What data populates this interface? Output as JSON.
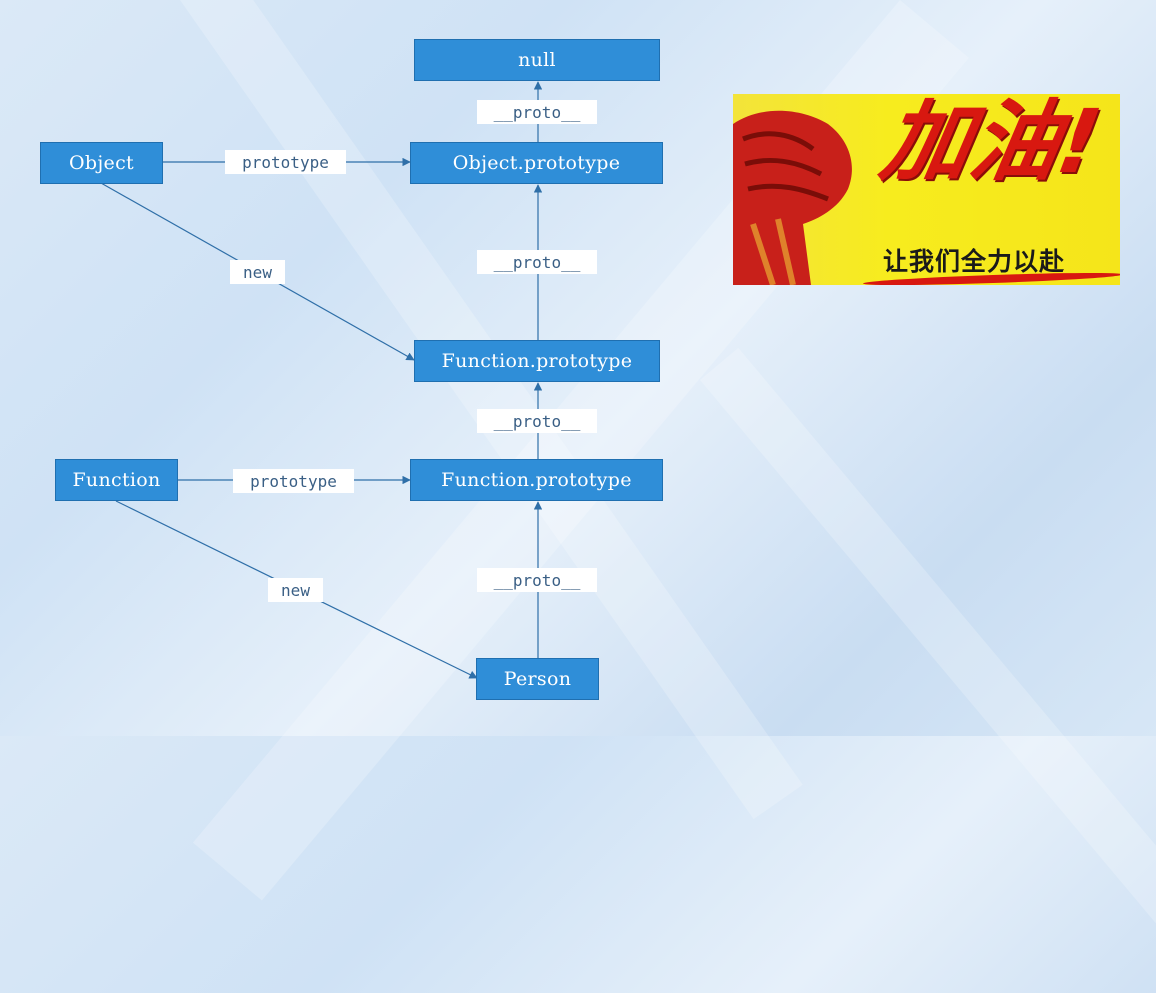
{
  "nodes": {
    "null": "null",
    "object_prototype": "Object.prototype",
    "object": "Object",
    "function_prototype_upper": "Function.prototype",
    "function": "Function",
    "function_prototype_lower": "Function.prototype",
    "person": "Person"
  },
  "edge_labels": {
    "proto_1": "__proto__",
    "proto_2": "__proto__",
    "proto_3": "__proto__",
    "proto_4": "__proto__",
    "prototype_object": "prototype",
    "prototype_function": "prototype",
    "new_object": "new",
    "new_function": "new"
  },
  "banner": {
    "main_text": "加油!",
    "sub_text": "让我们全力以赴"
  },
  "colors": {
    "node_fill": "#2f8ed8",
    "node_text": "#ffffff",
    "edge": "#2f6fa8",
    "banner_yellow": "#f5e51a",
    "banner_red": "#d81810"
  }
}
